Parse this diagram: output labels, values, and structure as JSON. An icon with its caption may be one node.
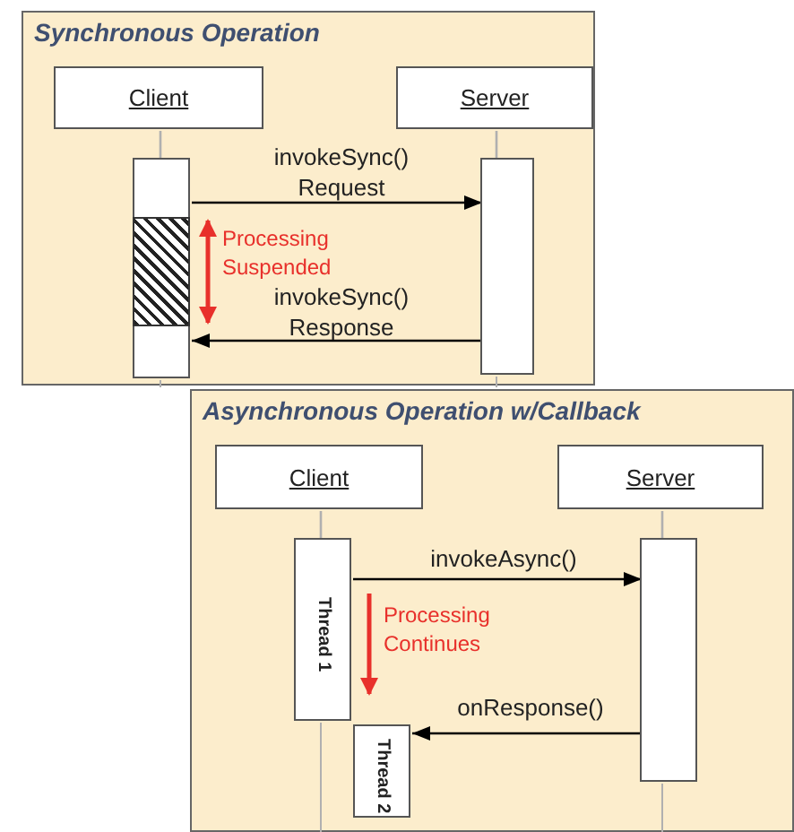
{
  "diagram": {
    "nodes": [
      {
        "text": [
          "Synchronous Operation"
        ]
      },
      {
        "text": [
          "Client"
        ],
        "in": 0
      },
      {
        "text": [
          "Server"
        ],
        "in": 0
      },
      {
        "text": [],
        "shape": "bar",
        "in": 0
      },
      {
        "text": [],
        "shape": "bar",
        "in": 0
      },
      {
        "text": [
          "Asynchronous Operation w/Callback"
        ]
      },
      {
        "text": [
          "Client"
        ],
        "in": 5
      },
      {
        "text": [
          "Server"
        ],
        "in": 5
      },
      {
        "text": [
          "Thread 1"
        ],
        "in": 5
      },
      {
        "text": [],
        "shape": "bar",
        "in": 5
      },
      {
        "text": [
          "Thread 2"
        ],
        "in": 5
      }
    ],
    "edges": [
      {
        "from": 1,
        "to": 3,
        "arrow": "none",
        "color": "#b0b0b0"
      },
      {
        "from": 2,
        "to": 4,
        "arrow": "none",
        "color": "#b0b0b0"
      },
      {
        "from": 3,
        "to": 4,
        "arrow": "to",
        "label": "invokeSync() Request",
        "color": "#000000"
      },
      {
        "from": 4,
        "to": 3,
        "arrow": "to",
        "label": "invokeSync() Response",
        "color": "#000000"
      },
      {
        "from": 6,
        "to": 8,
        "arrow": "none",
        "color": "#b0b0b0"
      },
      {
        "from": 7,
        "to": 9,
        "arrow": "none",
        "color": "#b0b0b0"
      },
      {
        "from": 8,
        "to": 9,
        "arrow": "to",
        "label": "invokeAsync()",
        "color": "#000000"
      },
      {
        "from": 9,
        "to": 10,
        "arrow": "to",
        "label": "onResponse()",
        "color": "#000000"
      }
    ],
    "labels": [
      "Processing Suspended",
      "Processing Continues"
    ]
  }
}
